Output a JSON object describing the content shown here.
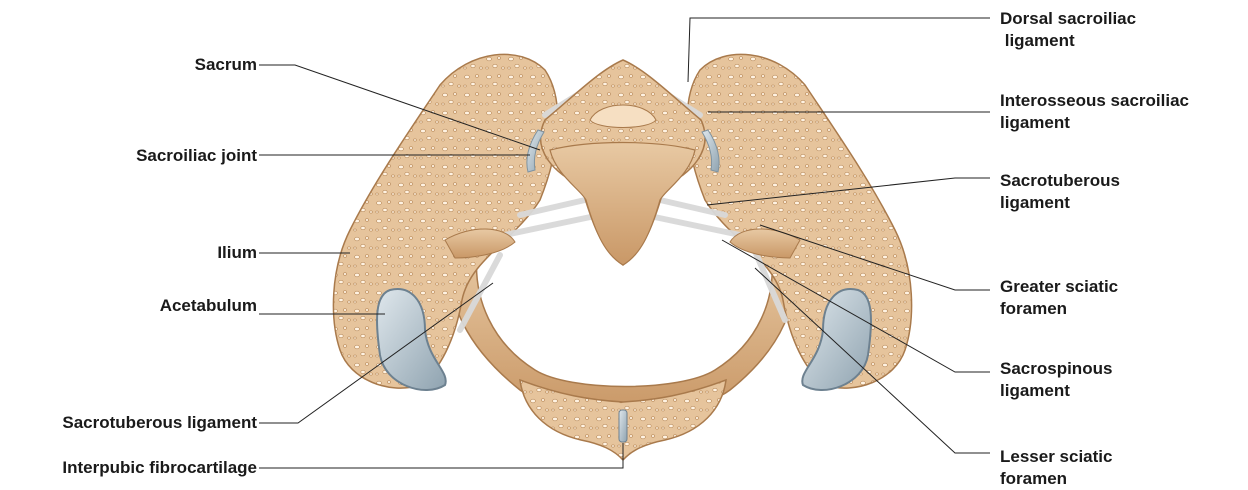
{
  "labels_left": [
    {
      "id": "sacrum",
      "text": "Sacrum"
    },
    {
      "id": "sacroiliac-joint",
      "text": "Sacroiliac joint"
    },
    {
      "id": "ilium",
      "text": "Ilium"
    },
    {
      "id": "acetabulum",
      "text": "Acetabulum"
    },
    {
      "id": "sacrotuberous-ligament-left",
      "text": "Sacrotuberous ligament"
    },
    {
      "id": "interpubic-fibrocartilage",
      "text": "Interpubic fibrocartilage"
    }
  ],
  "labels_right": [
    {
      "id": "dorsal-sacroiliac",
      "line1": "Dorsal sacroiliac",
      "line2": " ligament"
    },
    {
      "id": "interosseous-sacroiliac",
      "line1": "Interosseous sacroiliac",
      "line2": "ligament"
    },
    {
      "id": "sacrotuberous-right",
      "line1": "Sacrotuberous",
      "line2": "ligament"
    },
    {
      "id": "greater-sciatic",
      "line1": "Greater sciatic",
      "line2": "foramen"
    },
    {
      "id": "sacrospinous",
      "line1": "Sacrospinous",
      "line2": "ligament"
    },
    {
      "id": "lesser-sciatic",
      "line1": "Lesser sciatic",
      "line2": "foramen"
    }
  ],
  "colors": {
    "bone": "#e2bf95",
    "bone_dark": "#c08d5a",
    "cartilage": "#b7c6cf",
    "ligament": "#dcdcdc",
    "leader": "#222222"
  }
}
